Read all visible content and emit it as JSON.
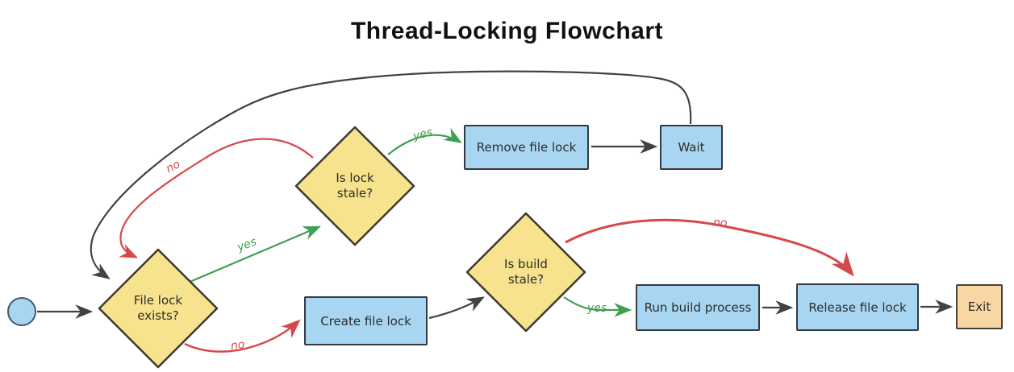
{
  "title": "Thread-Locking Flowchart",
  "colors": {
    "process_fill": "#a8d6f2",
    "decision_fill": "#f7e28e",
    "terminal_fill": "#f8d7a5",
    "edge_black": "#3f4347",
    "edge_red": "#d6494b",
    "edge_green": "#3fa04f"
  },
  "nodes": {
    "start": {
      "type": "start",
      "label": ""
    },
    "file_lock_exists": {
      "type": "decision",
      "label": "File lock exists?"
    },
    "is_lock_stale": {
      "type": "decision",
      "label": "Is lock stale?"
    },
    "remove_file_lock": {
      "type": "process",
      "label": "Remove file lock"
    },
    "wait": {
      "type": "process",
      "label": "Wait"
    },
    "create_file_lock": {
      "type": "process",
      "label": "Create file lock"
    },
    "is_build_stale": {
      "type": "decision",
      "label": "Is build stale?"
    },
    "run_build_process": {
      "type": "process",
      "label": "Run build process"
    },
    "release_file_lock": {
      "type": "process",
      "label": "Release file lock"
    },
    "exit": {
      "type": "terminal",
      "label": "Exit"
    }
  },
  "edge_labels": {
    "lock_stale_no": "no",
    "file_lock_yes": "yes",
    "lock_stale_yes": "yes",
    "file_lock_no": "no",
    "build_stale_yes": "yes",
    "build_stale_no": "no"
  }
}
